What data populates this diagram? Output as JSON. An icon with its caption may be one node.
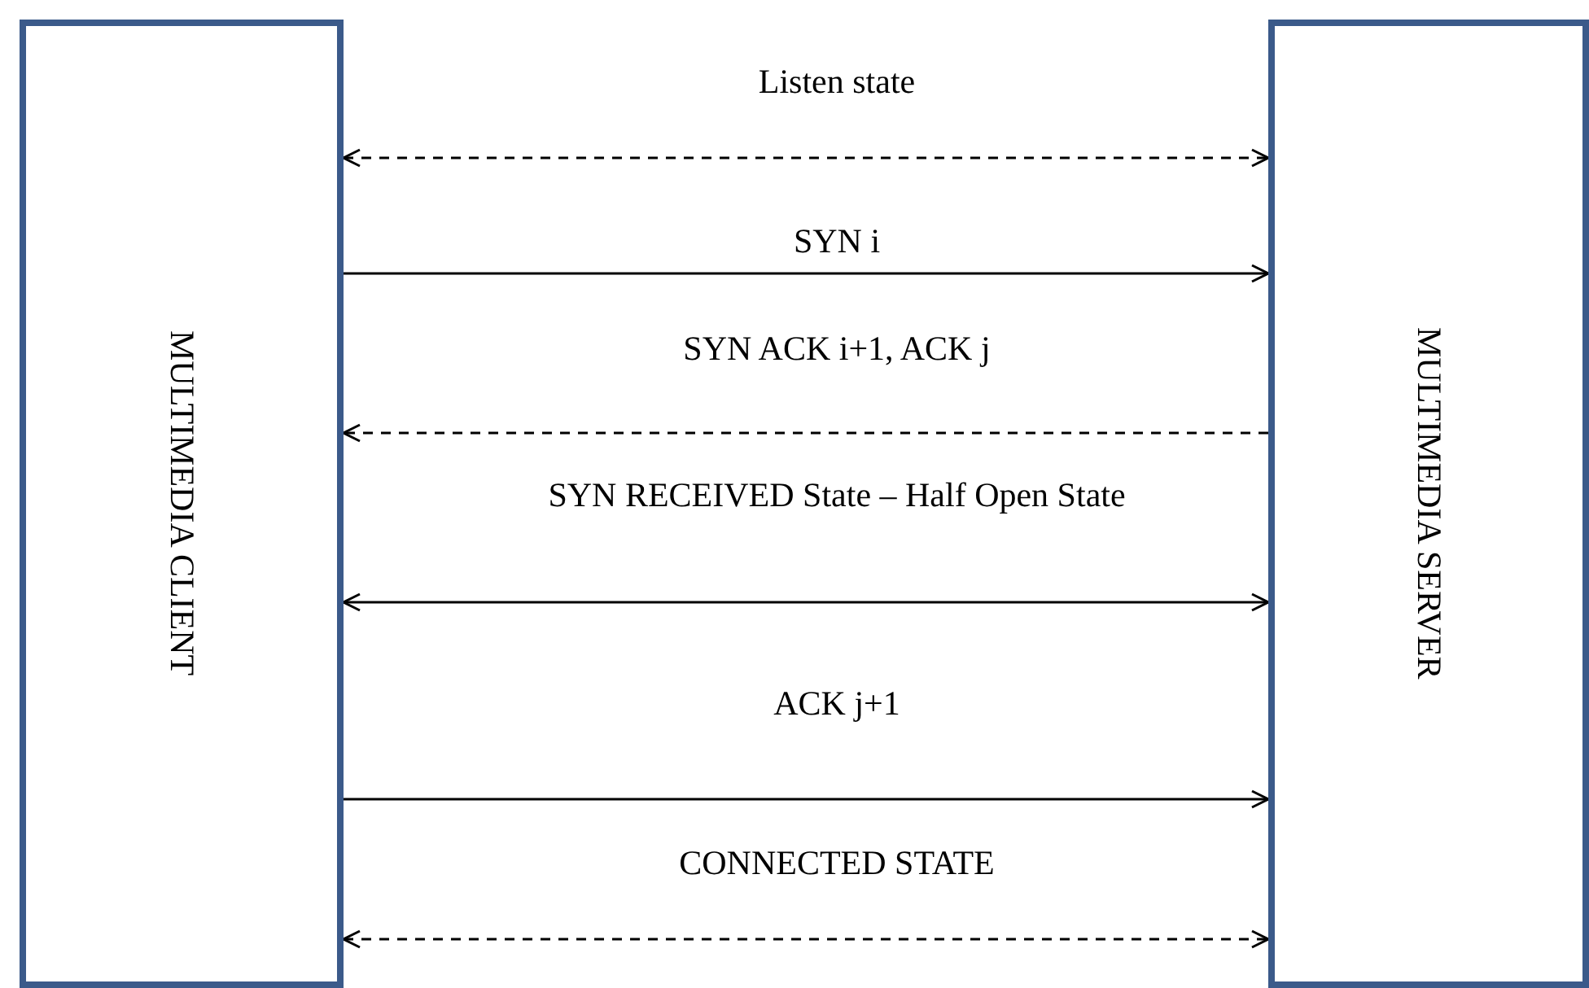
{
  "diagram": {
    "nodes": [
      {
        "text": [
          "MULTIMEDIA CLIENT"
        ]
      },
      {
        "text": [
          "MULTIMEDIA SERVER"
        ]
      }
    ],
    "edges": [
      {
        "from": 0,
        "to": 1,
        "arrow": "both",
        "label": "Listen state",
        "style": "dashed"
      },
      {
        "from": 0,
        "to": 1,
        "arrow": "to",
        "label": "SYN i"
      },
      {
        "from": 1,
        "to": 0,
        "arrow": "to",
        "label": "SYN ACK i+1, ACK j",
        "style": "dashed"
      },
      {
        "from": 0,
        "to": 1,
        "arrow": "both",
        "label": "SYN RECEIVED State – Half Open State"
      },
      {
        "from": 0,
        "to": 1,
        "arrow": "to",
        "label": "ACK j+1"
      },
      {
        "from": 0,
        "to": 1,
        "arrow": "both",
        "label": "CONNECTED STATE",
        "style": "dashed"
      }
    ]
  }
}
